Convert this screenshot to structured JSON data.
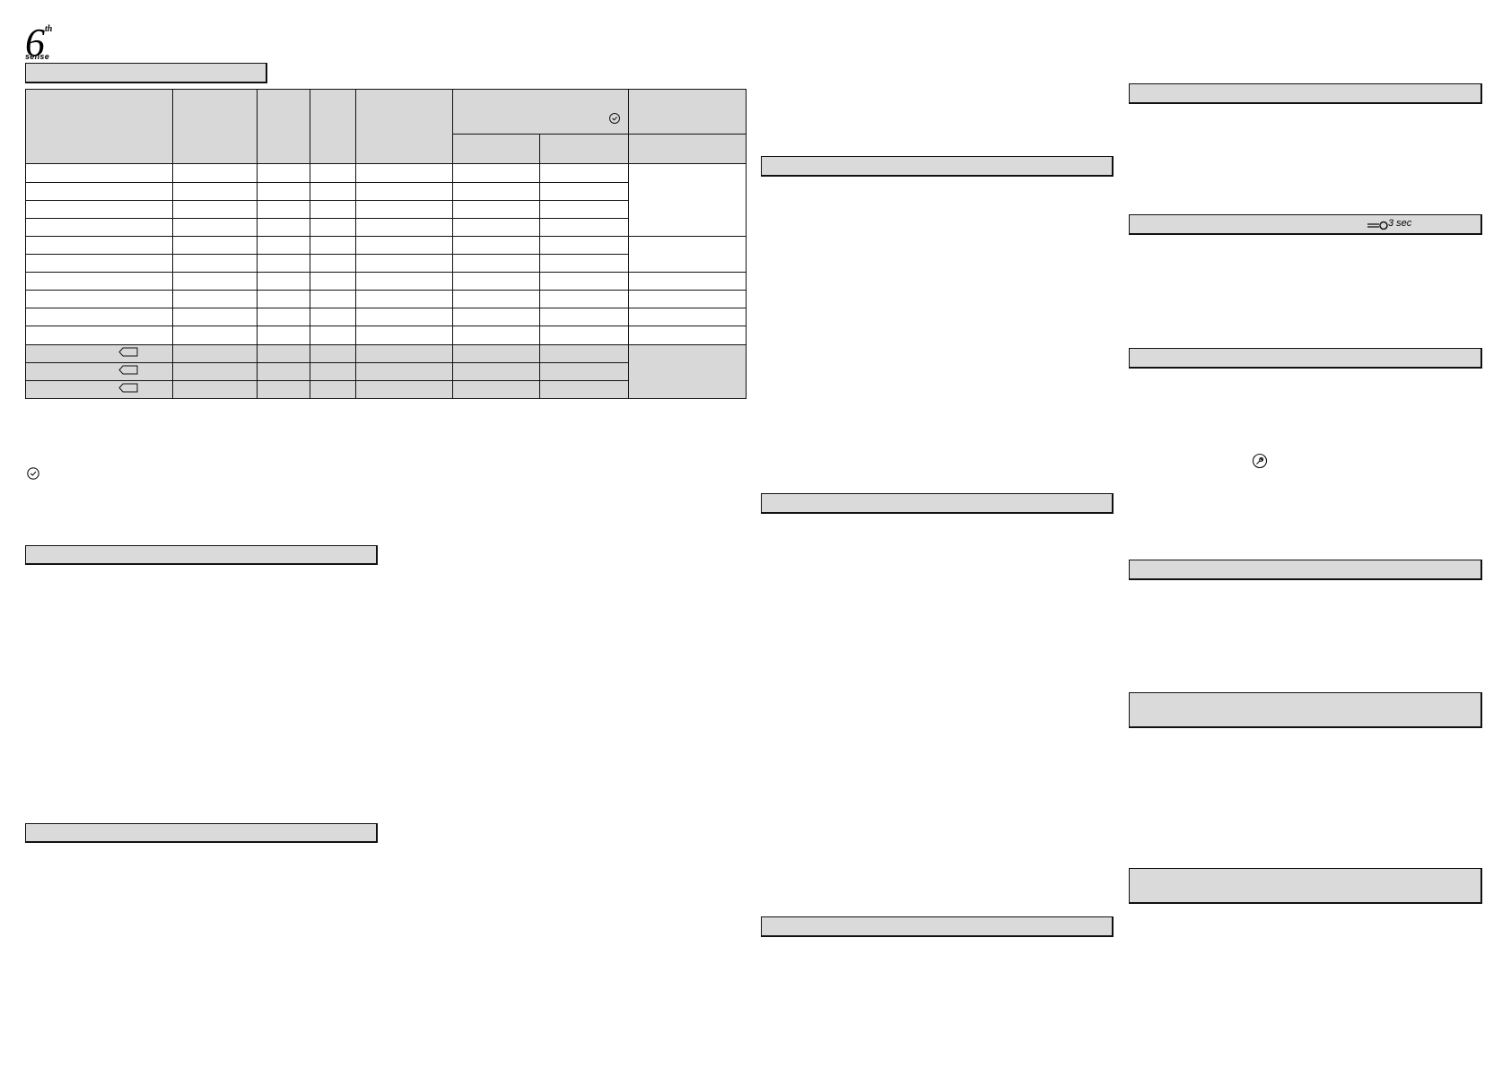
{
  "logo": {
    "numeral": "6",
    "superscript": "th",
    "word": "sense"
  },
  "key_lock": {
    "duration_label": "3 sec"
  },
  "icons": {
    "timer": "clock-icon",
    "tag": "tag-icon",
    "key": "key-icon",
    "service": "wrench-icon"
  },
  "colors": {
    "bar_fill": "#dadada",
    "table_header_fill": "#d8d8d8",
    "border": "#111111"
  }
}
